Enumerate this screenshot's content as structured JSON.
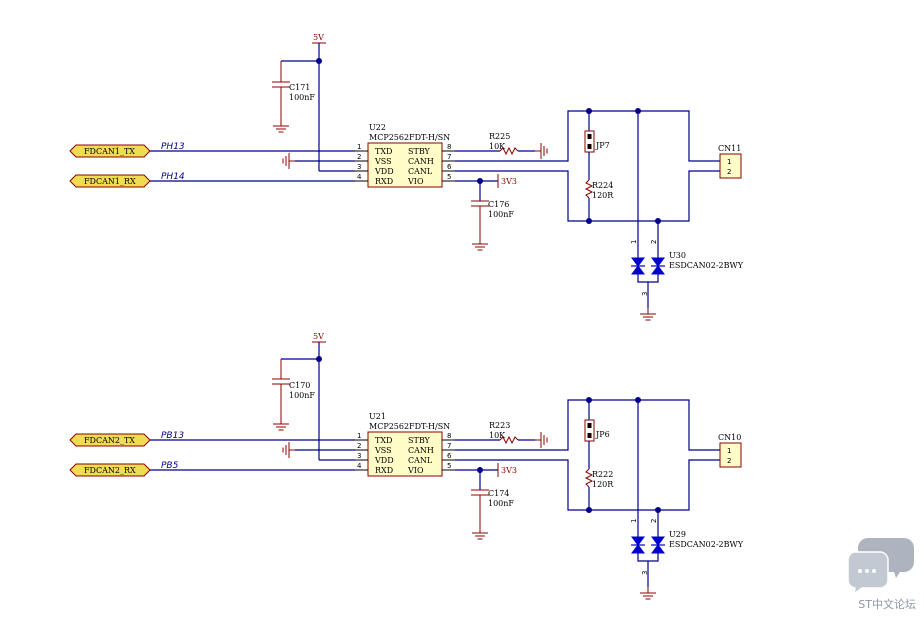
{
  "power": {
    "v5": "5V",
    "v33": "3V3"
  },
  "block1": {
    "ic_ref": "U22",
    "ic_part": "MCP2562FDT-H/SN",
    "pins_left": [
      "TXD",
      "VSS",
      "VDD",
      "RXD"
    ],
    "pins_left_num": [
      "1",
      "2",
      "3",
      "4"
    ],
    "pins_right": [
      "STBY",
      "CANH",
      "CANL",
      "VIO"
    ],
    "pins_right_num": [
      "8",
      "7",
      "6",
      "5"
    ],
    "cap_top_ref": "C171",
    "cap_top_val": "100nF",
    "cap_vio_ref": "C176",
    "cap_vio_val": "100nF",
    "r_stby_ref": "R225",
    "r_stby_val": "10K",
    "r_term_ref": "R224",
    "r_term_val": "120R",
    "jp_ref": "JP7",
    "conn_ref": "CN11",
    "conn_pins": [
      "1",
      "2"
    ],
    "tvs_ref": "U30",
    "tvs_part": "ESDCAN02-2BWY",
    "tvs_pins": [
      "1",
      "2",
      "3"
    ],
    "port_tx": "FDCAN1_TX",
    "port_rx": "FDCAN1_RX",
    "net_tx": "PH13",
    "net_rx": "PH14"
  },
  "block2": {
    "ic_ref": "U21",
    "ic_part": "MCP2562FDT-H/SN",
    "pins_left": [
      "TXD",
      "VSS",
      "VDD",
      "RXD"
    ],
    "pins_left_num": [
      "1",
      "2",
      "3",
      "4"
    ],
    "pins_right": [
      "STBY",
      "CANH",
      "CANL",
      "VIO"
    ],
    "pins_right_num": [
      "8",
      "7",
      "6",
      "5"
    ],
    "cap_top_ref": "C170",
    "cap_top_val": "100nF",
    "cap_vio_ref": "C174",
    "cap_vio_val": "100nF",
    "r_stby_ref": "R223",
    "r_stby_val": "10K",
    "r_term_ref": "R222",
    "r_term_val": "120R",
    "jp_ref": "JP6",
    "conn_ref": "CN10",
    "conn_pins": [
      "1",
      "2"
    ],
    "tvs_ref": "U29",
    "tvs_part": "ESDCAN02-2BWY",
    "tvs_pins": [
      "1",
      "2",
      "3"
    ],
    "port_tx": "FDCAN2_TX",
    "port_rx": "FDCAN2_RX",
    "net_tx": "PB13",
    "net_rx": "PB5"
  },
  "watermark": {
    "text": "ST中文论坛",
    "icon": "chat-bubble-icon"
  }
}
